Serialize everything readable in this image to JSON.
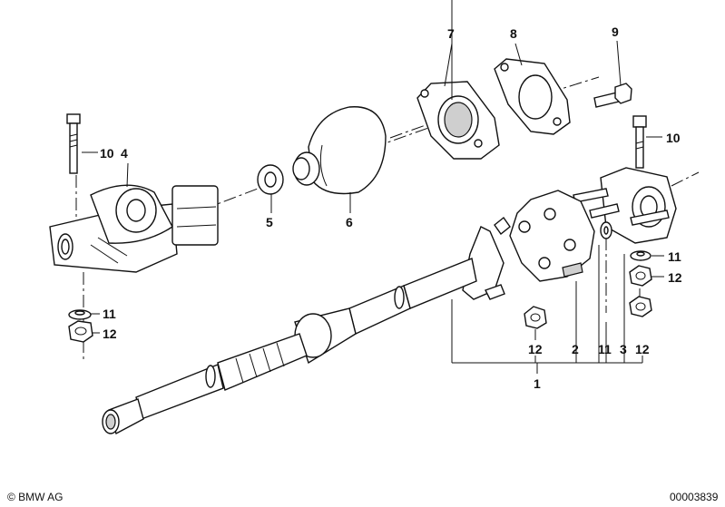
{
  "callouts": {
    "n1": "1",
    "n2": "2",
    "n3": "3",
    "n4": "4",
    "n5": "5",
    "n6": "6",
    "n7": "7",
    "n8": "8",
    "n9": "9",
    "n10a": "10",
    "n10b": "10",
    "n11a": "11",
    "n11b": "11",
    "n11c": "11",
    "n12a": "12",
    "n12b": "12",
    "n12c": "12",
    "n12d": "12"
  },
  "footer": {
    "copyright": "© BMW AG",
    "diagram_number": "00003839"
  }
}
